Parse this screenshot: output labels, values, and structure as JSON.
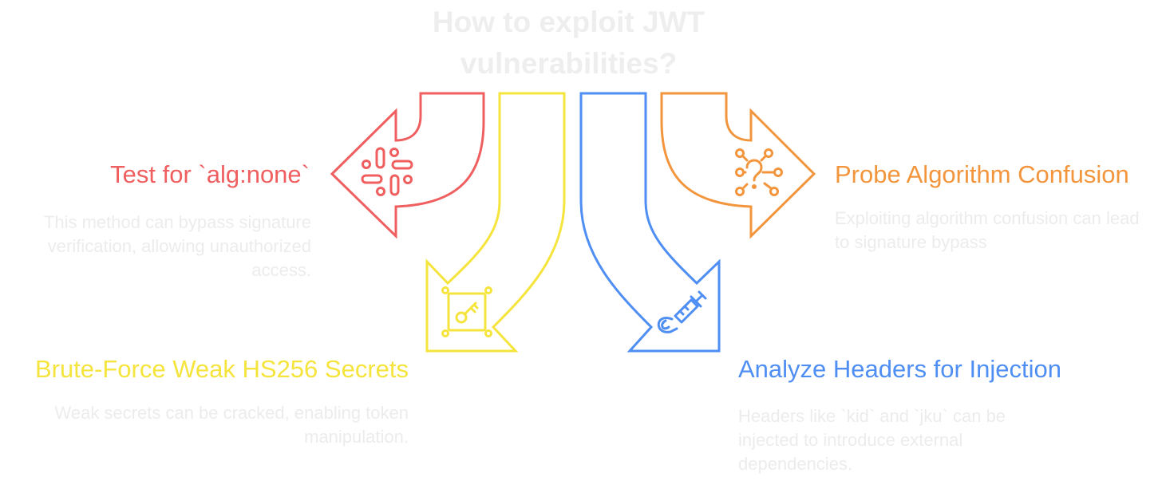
{
  "title": "How to exploit JWT vulnerabilities?",
  "colors": {
    "red": "#ef5f60",
    "yellow": "#f5e43c",
    "blue": "#4f8ef2",
    "orange": "#f2953c",
    "muted_text": "#ececec"
  },
  "items": [
    {
      "key": "alg_none",
      "heading": "Test for `alg:none`",
      "description": "This method can bypass signature verification, allowing unauthorized access.",
      "color": "#ef5f60",
      "icon": "slack-hash-icon"
    },
    {
      "key": "brute_force",
      "heading": "Brute-Force Weak HS256 Secrets",
      "description": "Weak secrets can be cracked, enabling token manipulation.",
      "color": "#f5e43c",
      "icon": "key-chip-icon"
    },
    {
      "key": "header_injection",
      "heading": "Analyze Headers for Injection",
      "description": "Headers like `kid` and `jku` can be injected to introduce external dependencies.",
      "color": "#4f8ef2",
      "icon": "syringe-icon"
    },
    {
      "key": "algorithm_confusion",
      "heading": "Probe Algorithm Confusion",
      "description": "Exploiting algorithm confusion can lead to signature bypass",
      "color": "#f2953c",
      "icon": "question-network-icon"
    }
  ]
}
